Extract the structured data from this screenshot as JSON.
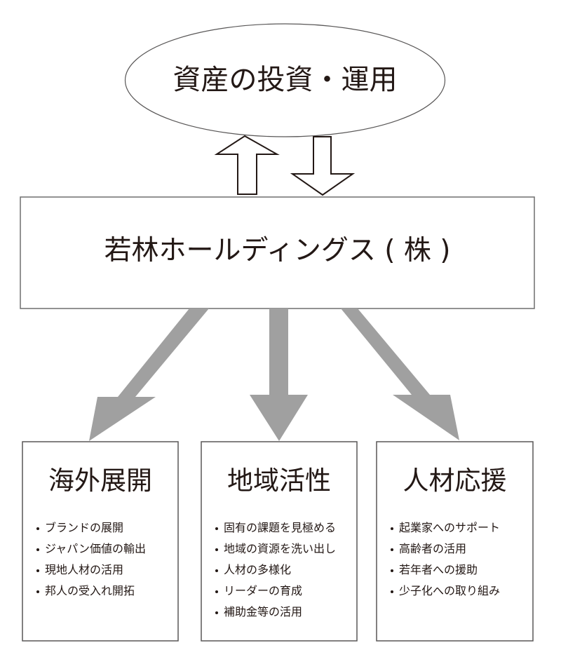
{
  "top_node": {
    "label": "資産の投資・運用",
    "shape": "ellipse"
  },
  "center_node": {
    "label": "若林ホールディングス ( 株 )",
    "shape": "rectangle"
  },
  "connectors": {
    "top_to_center": [
      {
        "from": "center_node",
        "to": "top_node",
        "style": "outline-arrow",
        "direction": "up"
      },
      {
        "from": "top_node",
        "to": "center_node",
        "style": "outline-arrow",
        "direction": "down"
      }
    ],
    "center_to_branches": [
      {
        "from": "center_node",
        "to": "branch-0",
        "style": "solid-gray-arrow"
      },
      {
        "from": "center_node",
        "to": "branch-1",
        "style": "solid-gray-arrow"
      },
      {
        "from": "center_node",
        "to": "branch-2",
        "style": "solid-gray-arrow"
      }
    ],
    "colors": {
      "outline": "#231815",
      "gray_arrow": "#a0a0a0",
      "box_border": "#595757"
    }
  },
  "branches": [
    {
      "heading": "海外展開",
      "items": [
        "ブランドの展開",
        "ジャパン価値の輸出",
        "現地人材の活用",
        "邦人の受入れ開拓"
      ]
    },
    {
      "heading": "地域活性",
      "items": [
        "固有の課題を見極める",
        "地域の資源を洗い出し",
        "人材の多様化",
        "リーダーの育成",
        "補助金等の活用"
      ]
    },
    {
      "heading": "人材応援",
      "items": [
        "起業家へのサポート",
        "高齢者の活用",
        "若年者への援助",
        "少子化への取り組み"
      ]
    }
  ]
}
